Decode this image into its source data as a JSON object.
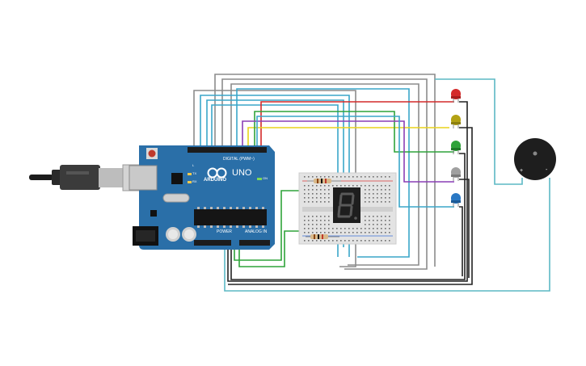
{
  "arduino": {
    "brand": "ARDUINO",
    "model": "UNO",
    "digital_header": "DIGITAL (PWM~)",
    "power_header": "POWER",
    "analog_header": "ANALOG IN",
    "tx_label": "TX",
    "rx_label": "RX",
    "l_label": "L",
    "on_label": "ON"
  },
  "components": {
    "leds": [
      "red",
      "yellow",
      "green",
      "gray",
      "blue"
    ],
    "buzzer_plus": "+",
    "buzzer_minus": "-",
    "display_digit": "8"
  },
  "colors": {
    "board": "#2a6fa8",
    "breadboard": "#e3e3e3",
    "wire_gray": "#8c8c8c",
    "wire_cyan": "#3aa6c9",
    "wire_red": "#d42a2a",
    "wire_yellow": "#e8d31c",
    "wire_green": "#2fa33a",
    "wire_purple": "#8a3fb5",
    "wire_black": "#222222",
    "wire_teal": "#5cb8c4"
  }
}
